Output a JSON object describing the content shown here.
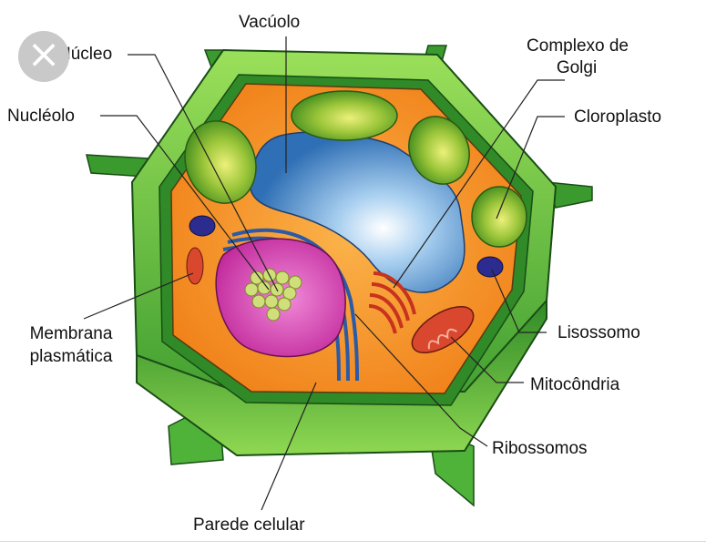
{
  "labels": {
    "vacuolo": "Vacúolo",
    "nucleo": "Núcleo",
    "nucleolo": "Nucléolo",
    "golgi_line1": "Complexo de",
    "golgi_line2": "Golgi",
    "cloroplasto": "Cloroplasto",
    "membrana_line1": "Membrana",
    "membrana_line2": "plasmática",
    "lisossomo": "Lisossomo",
    "mitocondria": "Mitocôndria",
    "ribossomos": "Ribossomos",
    "parede": "Parede celular"
  },
  "close_button": {
    "icon": "close-icon",
    "glyph": "×"
  },
  "colors": {
    "cell_wall": "#3fa535",
    "cell_wall_light": "#7dd04d",
    "cell_wall_dark": "#1f6e1f",
    "cytoplasm": "#f7901e",
    "vacuole": "#4b8fd0",
    "nucleus": "#d93ab0",
    "chloroplast": "#9cc63a",
    "mitochondria": "#c8321e",
    "lysosome": "#2a2a8c",
    "golgi": "#c8321e"
  }
}
